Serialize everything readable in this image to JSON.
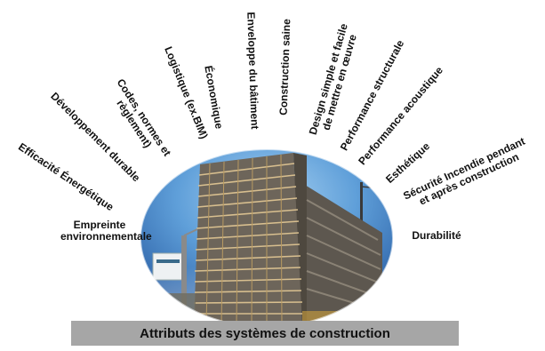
{
  "title_bar": {
    "text": "Attributs des systèmes de construction"
  },
  "attributes": [
    {
      "id": "empreinte",
      "line1": "Empreinte",
      "line2": "environnementale"
    },
    {
      "id": "efficacite",
      "line1": "Efficacité Énergétique",
      "line2": ""
    },
    {
      "id": "developpement",
      "line1": "Développement durable",
      "line2": ""
    },
    {
      "id": "codes",
      "line1": "Codes, normes et",
      "line2": "règlement)"
    },
    {
      "id": "logistique",
      "line1": "Logistique (ex.BIM)",
      "line2": ""
    },
    {
      "id": "economique",
      "line1": "Économique",
      "line2": ""
    },
    {
      "id": "enveloppe",
      "line1": "Enveloppe du bâtiment",
      "line2": ""
    },
    {
      "id": "construction-saine",
      "line1": "Construction saine",
      "line2": ""
    },
    {
      "id": "design",
      "line1": "Design simple et facile",
      "line2": "de mettre en œuvre"
    },
    {
      "id": "structurale",
      "line1": "Performance structurale",
      "line2": ""
    },
    {
      "id": "acoustique",
      "line1": "Performance acoustique",
      "line2": ""
    },
    {
      "id": "esthetique",
      "line1": "Esthétique",
      "line2": ""
    },
    {
      "id": "securite",
      "line1": "Sécurité Incendie pendant",
      "line2": "et après construction"
    },
    {
      "id": "durabilite",
      "line1": "Durabilité",
      "line2": ""
    }
  ],
  "colors": {
    "sky_top": "#1d5fae",
    "sky_bottom": "#8cc0ea",
    "building": "#6a6258",
    "scaffold": "#c8a870",
    "bar": "#a6a6a6"
  }
}
